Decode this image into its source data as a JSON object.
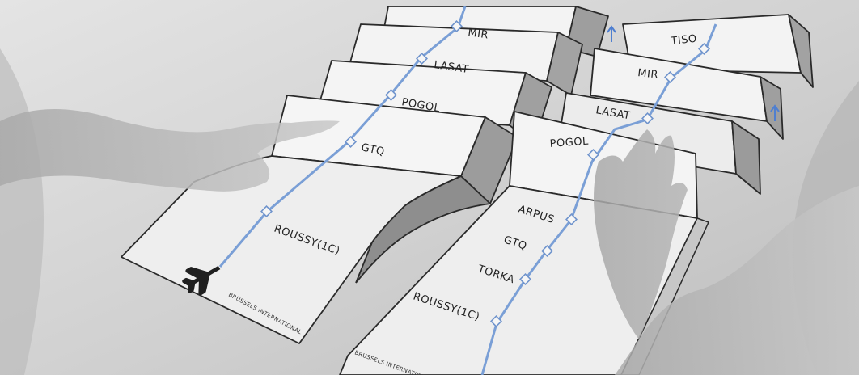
{
  "strips": {
    "left": {
      "base_waypoint": "ROUSSY(1C)",
      "airport": "BRUSSELS INTERNATIONAL",
      "folds": [
        "GTQ",
        "POGOL",
        "LASAT",
        "MIR"
      ]
    },
    "right": {
      "base_waypoints": [
        "ARPUS",
        "GTQ",
        "TORKA",
        "ROUSSY(1C)"
      ],
      "airport": "BRUSSELS INTERNATIONAL",
      "folds": [
        "POGOL",
        "LASAT",
        "MIR",
        "TISO"
      ]
    }
  },
  "icons": [
    "airplane-icon",
    "up-arrow-icon",
    "up-arrow-icon"
  ],
  "colors": {
    "route": "#7a9fd6",
    "paper": "#f1f1f1",
    "outline": "#2a2a2a",
    "arrow": "#4f7fd0"
  }
}
